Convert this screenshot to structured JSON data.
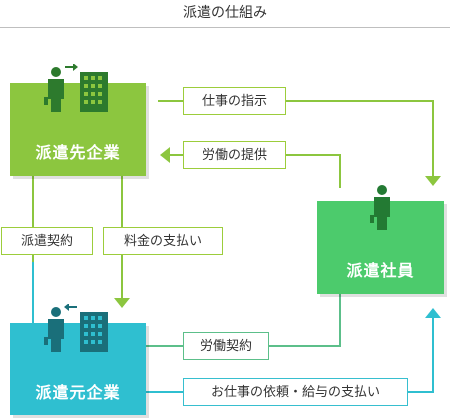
{
  "title": "派遣の仕組み",
  "nodes": {
    "dispatch_dest": "派遣先企業",
    "dispatch_source": "派遣元企業",
    "worker": "派遣社員"
  },
  "links": {
    "work_instruction": "仕事の指示",
    "labor_provision": "労働の提供",
    "dispatch_contract": "派遣契約",
    "fee_payment": "料金の支払い",
    "labor_contract": "労働契約",
    "job_request_and_salary": "お仕事の依頼・給与の支払い"
  },
  "colors": {
    "green": "#8cc63f",
    "blue": "#2fbfd0",
    "worker_green": "#4ccb6c",
    "icon_dark": "#2d7a2d"
  }
}
